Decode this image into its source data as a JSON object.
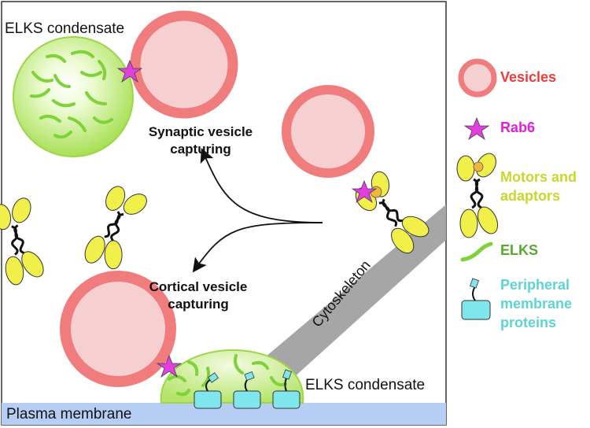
{
  "labels": {
    "elks_condensate_top": "ELKS condensate",
    "synaptic_capture": [
      "Synaptic vesicle",
      "capturing"
    ],
    "cortical_capture": [
      "Cortical vesicle",
      "capturing"
    ],
    "cytoskeleton": "Cytoskeleton",
    "elks_condensate_bottom": "ELKS condensate",
    "plasma_membrane": "Plasma membrane"
  },
  "legend": [
    {
      "key": "vesicles",
      "label": [
        "Vesicles"
      ],
      "color": "#f0393c",
      "icon": "vesicle-icon"
    },
    {
      "key": "rab6",
      "label": [
        "Rab6"
      ],
      "color": "#e020d8",
      "icon": "star-icon"
    },
    {
      "key": "motors",
      "label": [
        "Motors and",
        "adaptors"
      ],
      "color": "#c8d82a",
      "icon": "motor-adaptor-icon"
    },
    {
      "key": "elks",
      "label": [
        "ELKS"
      ],
      "color": "#5aa832",
      "icon": "elks-icon"
    },
    {
      "key": "membrane_proteins",
      "label": [
        "Peripheral",
        "membrane",
        "proteins"
      ],
      "color": "#5fd3d3",
      "icon": "membrane-protein-icon"
    }
  ],
  "colors": {
    "vesicle_ring": "#f07c7e",
    "vesicle_fill": "#f6cfd1",
    "condensate": "#c8ec7c",
    "elks_strand": "#7ed23a",
    "star": "#e23ee0",
    "motor_yellow": "#f1f04a",
    "motor_orange": "#f0b63a",
    "membrane": "#b6cef3",
    "cytoskeleton": "#a6a6a6",
    "protein": "#7fe6ec"
  }
}
